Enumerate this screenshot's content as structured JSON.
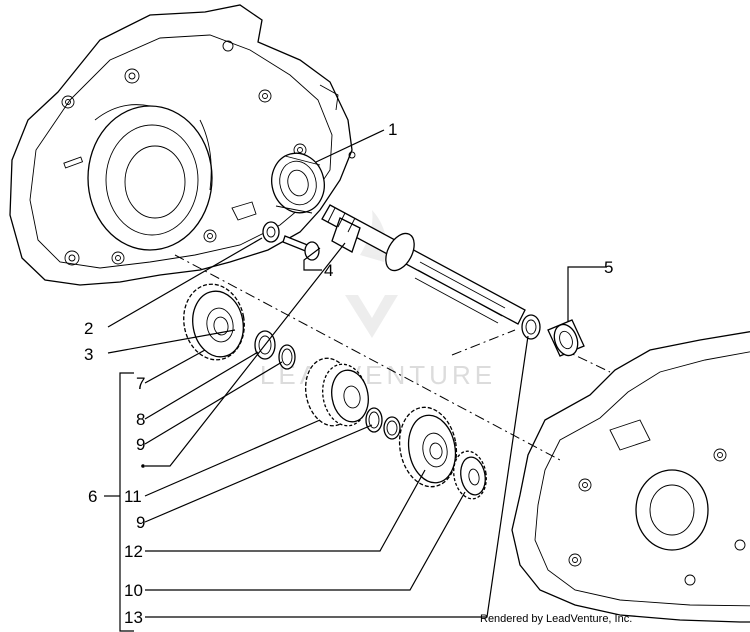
{
  "labels": {
    "l1": "1",
    "l2": "2",
    "l3": "3",
    "l4": "4",
    "l5": "5",
    "l6": "6",
    "l7": "7",
    "l8": "8",
    "l9a": "9",
    "l9b": "9",
    "l10": "10",
    "l11": "11",
    "l12": "12",
    "l13": "13"
  },
  "credit": "Rendered by LeadVenture, Inc.",
  "watermark": "LEADVENTURE"
}
